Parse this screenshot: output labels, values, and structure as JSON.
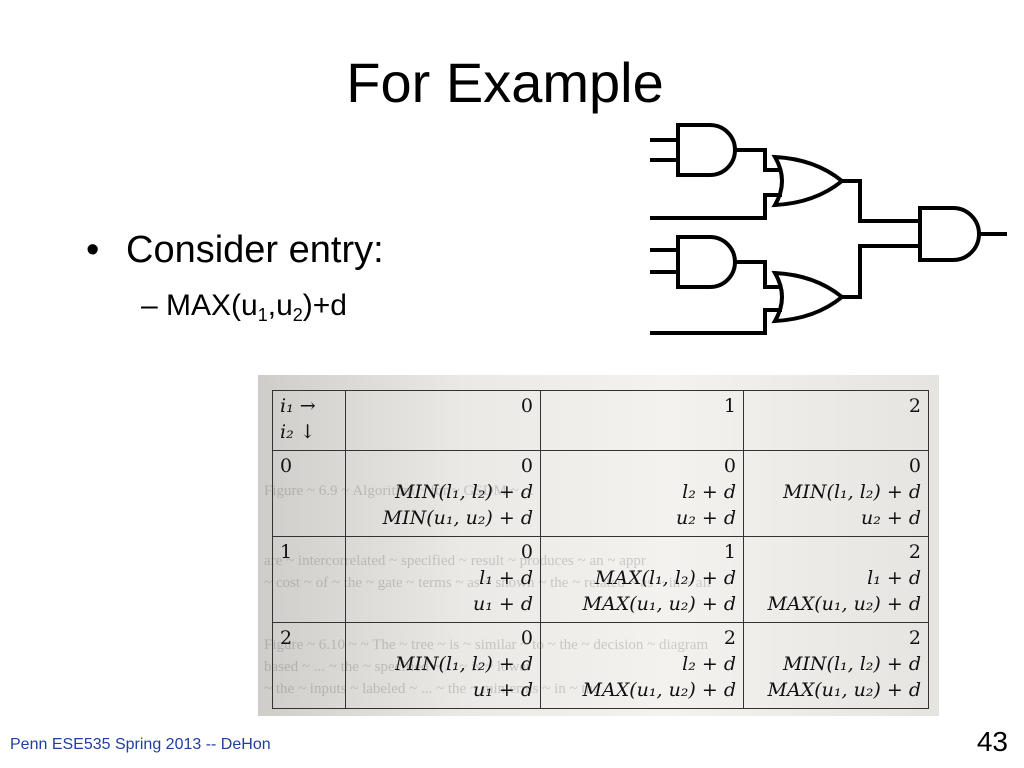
{
  "slide": {
    "title": "For Example",
    "bullet": "Consider entry:",
    "sub_bullet": {
      "prefix": "– MAX(u",
      "sub1": "1",
      "mid": ",u",
      "sub2": "2",
      "suffix": ")+d"
    },
    "footer": "Penn ESE535 Spring 2013 -- DeHon",
    "page_number": "43"
  },
  "table": {
    "header_corner": [
      "i₁ →",
      "i₂ ↓"
    ],
    "columns": [
      "0",
      "1",
      "2"
    ],
    "rows": [
      {
        "label": "0",
        "cells": [
          [
            "0",
            "MIN(l₁, l₂) + d",
            "MIN(u₁, u₂) + d"
          ],
          [
            "0",
            "l₂ + d",
            "u₂ + d"
          ],
          [
            "0",
            "MIN(l₁, l₂) + d",
            "u₂ + d"
          ]
        ]
      },
      {
        "label": "1",
        "cells": [
          [
            "0",
            "l₁ + d",
            "u₁ + d"
          ],
          [
            "1",
            "MAX(l₁, l₂) + d",
            "MAX(u₁, u₂) + d"
          ],
          [
            "2",
            "l₁ + d",
            "MAX(u₁, u₂) + d"
          ]
        ]
      },
      {
        "label": "2",
        "cells": [
          [
            "0",
            "MIN(l₁, l₂) + d",
            "u₁ + d"
          ],
          [
            "2",
            "l₂ + d",
            "MAX(u₁, u₂) + d"
          ],
          [
            "2",
            "MIN(l₁, l₂) + d",
            "MAX(u₁, u₂) + d"
          ]
        ]
      }
    ]
  }
}
